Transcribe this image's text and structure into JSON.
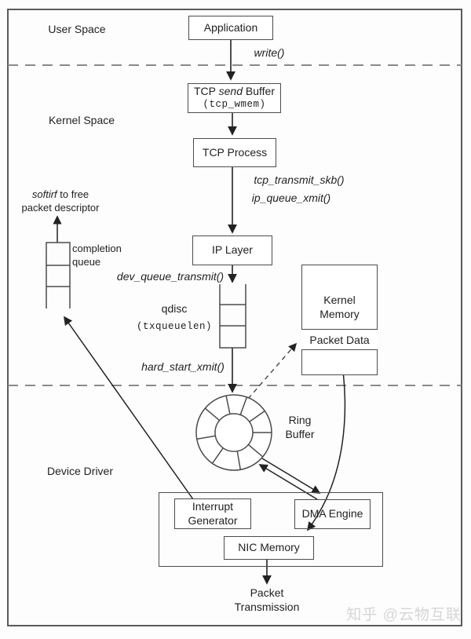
{
  "regions": {
    "user_space": "User Space",
    "kernel_space": "Kernel Space",
    "device_driver": "Device Driver"
  },
  "nodes": {
    "application": "Application",
    "tcp_send_buffer": {
      "pre": "TCP ",
      "em": "send",
      "post": " Buffer",
      "sub": "(tcp_wmem)"
    },
    "tcp_process": "TCP Process",
    "ip_layer": "IP Layer",
    "qdisc": {
      "label": "qdisc",
      "sub": "(txqueuelen)"
    },
    "kernel_memory": {
      "line1": "Kernel",
      "line2": "Memory"
    },
    "packet_data": "Packet Data",
    "ring_buffer": {
      "line1": "Ring",
      "line2": "Buffer"
    },
    "interrupt_generator": {
      "line1": "Interrupt",
      "line2": "Generator"
    },
    "dma_engine": "DMA Engine",
    "nic_memory": "NIC Memory",
    "packet_transmission": {
      "line1": "Packet",
      "line2": "Transmission"
    }
  },
  "calls": {
    "write": "write()",
    "tcp_transmit_skb": "tcp_transmit_skb()",
    "ip_queue_xmit": "ip_queue_xmit()",
    "dev_queue_transmit": "dev_queue_transmit()",
    "hard_start_xmit": "hard_start_xmit()"
  },
  "annotations": {
    "softirq_note": {
      "em": "softirf",
      "rest": " to free",
      "line2": "packet descriptor"
    },
    "completion_queue": {
      "line1": "completion",
      "line2": "queue"
    }
  },
  "colors": {
    "line": "#3a3a3a",
    "border": "#4c4c4c",
    "divider": "#8a8a8a",
    "watermark": "#d5d5d5"
  },
  "watermark": "知乎 @云物互联"
}
